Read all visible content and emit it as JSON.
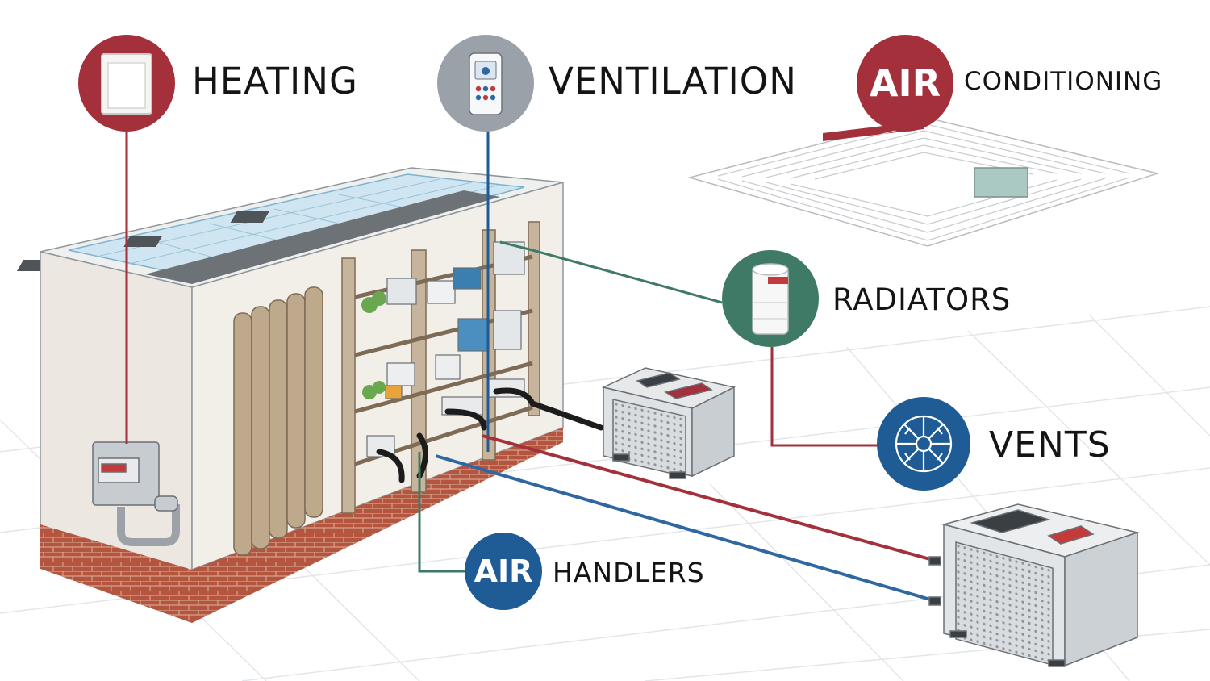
{
  "labels": {
    "heating": "HEATING",
    "ventilation": "VENTILATION",
    "air_conditioning_badge": "AIR",
    "air_conditioning": "CONDITIONING",
    "radiators": "RADIATORS",
    "vents": "VENTS",
    "air_handlers_badge": "AIR",
    "air_handlers": "HANDLERS"
  },
  "colors": {
    "red": "#a3303a",
    "blue": "#1f5c96",
    "green": "#3f7a66",
    "grey": "#9aa1a8"
  },
  "icons": {
    "heating": "thermostat-panel-icon",
    "ventilation": "remote-control-icon",
    "radiators": "radiator-canister-icon",
    "vents": "fan-icon"
  }
}
